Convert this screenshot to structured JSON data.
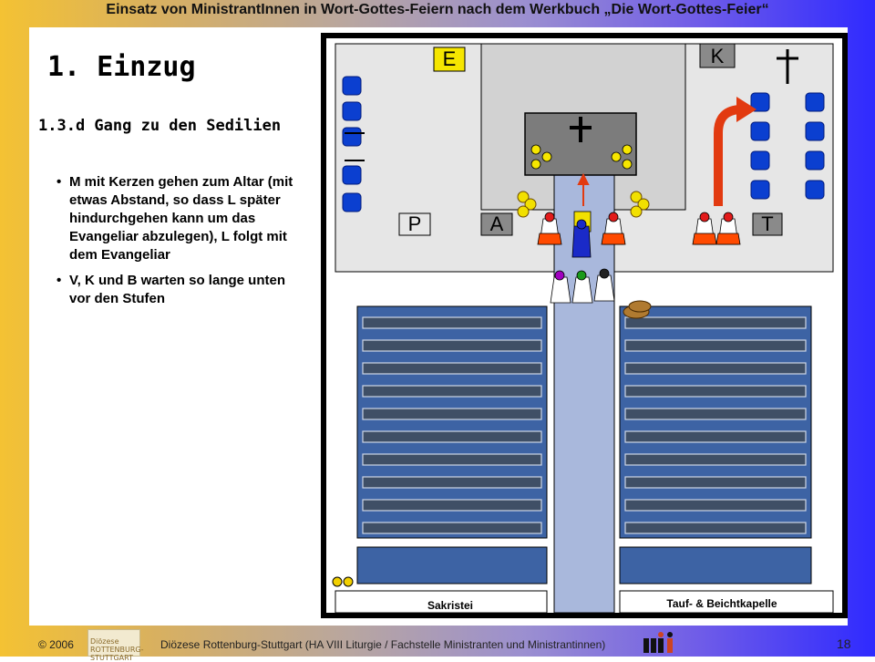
{
  "header": {
    "title": "Einsatz von MinistrantInnen in Wort-Gottes-Feiern nach dem Werkbuch „Die Wort-Gottes-Feier“"
  },
  "slide": {
    "heading": "1. Einzug",
    "subheading": "1.3.d  Gang zu den Sedilien",
    "bullets": [
      "M mit Kerzen gehen zum Altar (mit etwas Abstand, so dass L später hindurchgehen kann um das Evangeliar abzulegen), L folgt mit dem Evangeliar",
      "V, K und B warten so lange unten vor den Stufen"
    ]
  },
  "plan": {
    "labels": {
      "e": "E",
      "k": "K",
      "p": "P",
      "a": "A",
      "t": "T"
    },
    "rooms": {
      "sakristei": "Sakristei",
      "taufkapelle": "Tauf- & Beichtkapelle"
    }
  },
  "footer": {
    "copyright": "© 2006",
    "diocese": "Diözese Rottenburg-Stuttgart  (HA VIII  Liturgie / Fachstelle Ministranten und Ministrantinnen)",
    "logo_text": "Diözese ROTTENBURG-STUTTGART",
    "page": "18"
  },
  "colors": {
    "pew": "#3d63a4",
    "chair": "#0b3fd0",
    "arrow_red": "#e23a10",
    "floor": "#d6d6d6",
    "altar": "#7a7a7a"
  }
}
